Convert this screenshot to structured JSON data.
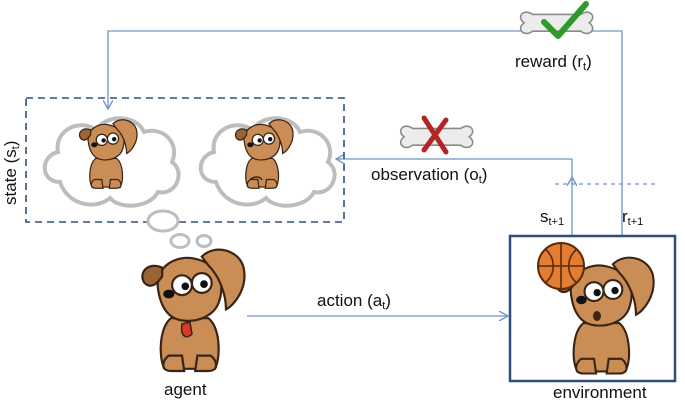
{
  "labels": {
    "reward": {
      "text": "reward (r",
      "sub": "t",
      "close": ")"
    },
    "observation": {
      "text": "observation (o",
      "sub": "t",
      "close": ")"
    },
    "action": {
      "text": "action (a",
      "sub": "t",
      "close": ")"
    },
    "state": {
      "text": "state (s",
      "sub": "t",
      "close": ")"
    },
    "s_next": {
      "text": "s",
      "sub": "t+1"
    },
    "r_next": {
      "text": "r",
      "sub": "t+1"
    },
    "agent": "agent",
    "environment": "environment"
  },
  "colors": {
    "arrow": "#6f96c9",
    "state_box": "#2f4e7a",
    "env_box": "#2f4e7a",
    "dog_body": "#c98d55",
    "dog_ear": "#9b6436",
    "bone": "#ebebeb",
    "check": "#2e9a2e",
    "cross": "#b32424",
    "ball": "#e27d32",
    "tongue": "#d83a2a"
  },
  "icons": [
    "bone-check-icon",
    "bone-cross-icon",
    "thought-bubble-icon",
    "dog-icon",
    "basketball-icon"
  ]
}
